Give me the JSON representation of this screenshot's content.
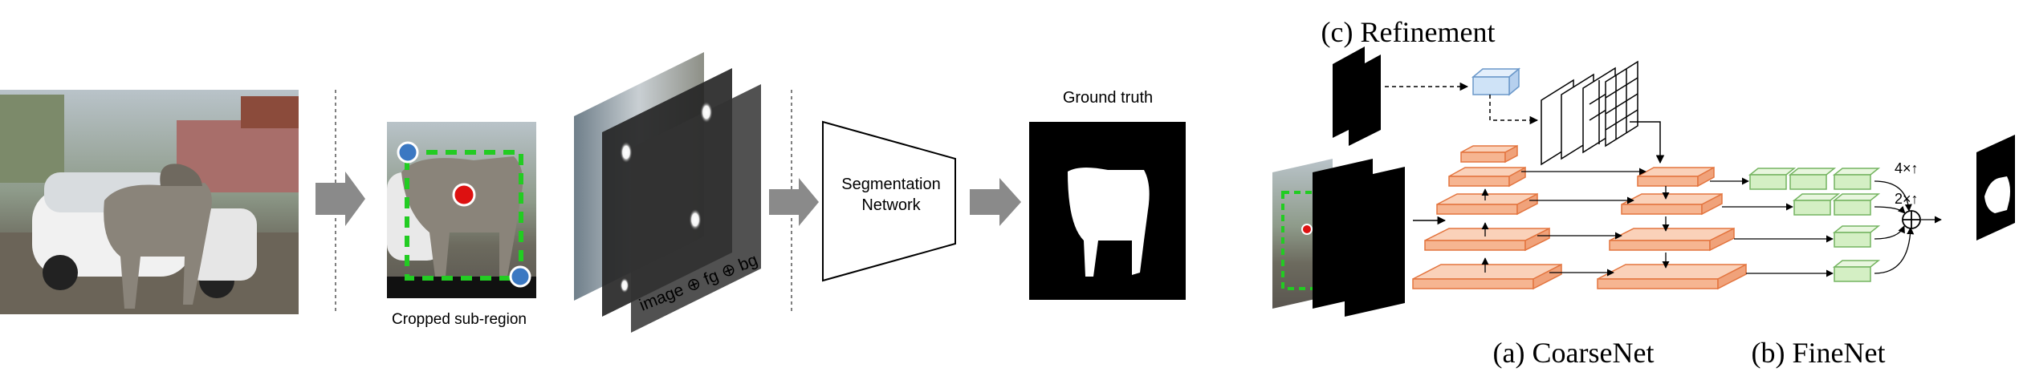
{
  "labels": {
    "cropped_subregion": "Cropped sub-region",
    "input_channels": "image ⊕ fg ⊕ bg",
    "segmentation_network": [
      "Segmentation",
      "Network"
    ],
    "ground_truth": "Ground truth",
    "refinement": "(c) Refinement",
    "coarsenet": "(a) CoarseNet",
    "finenet": "(b) FineNet",
    "upsample_4x": "4×↑",
    "upsample_2x": "2×↑"
  },
  "colors": {
    "arrow_fill": "#8a8a8a",
    "bbox_dash": "#22cc22",
    "fg_click": "#dd1111",
    "bg_click": "#3b78c2",
    "coarse_block_face": "#f6b591",
    "coarse_block_edge": "#e3753f",
    "fine_block_face": "#d4efc4",
    "fine_block_edge": "#74b460",
    "refine_block_face": "#cfe3f7",
    "refine_block_edge": "#6a97c9"
  }
}
